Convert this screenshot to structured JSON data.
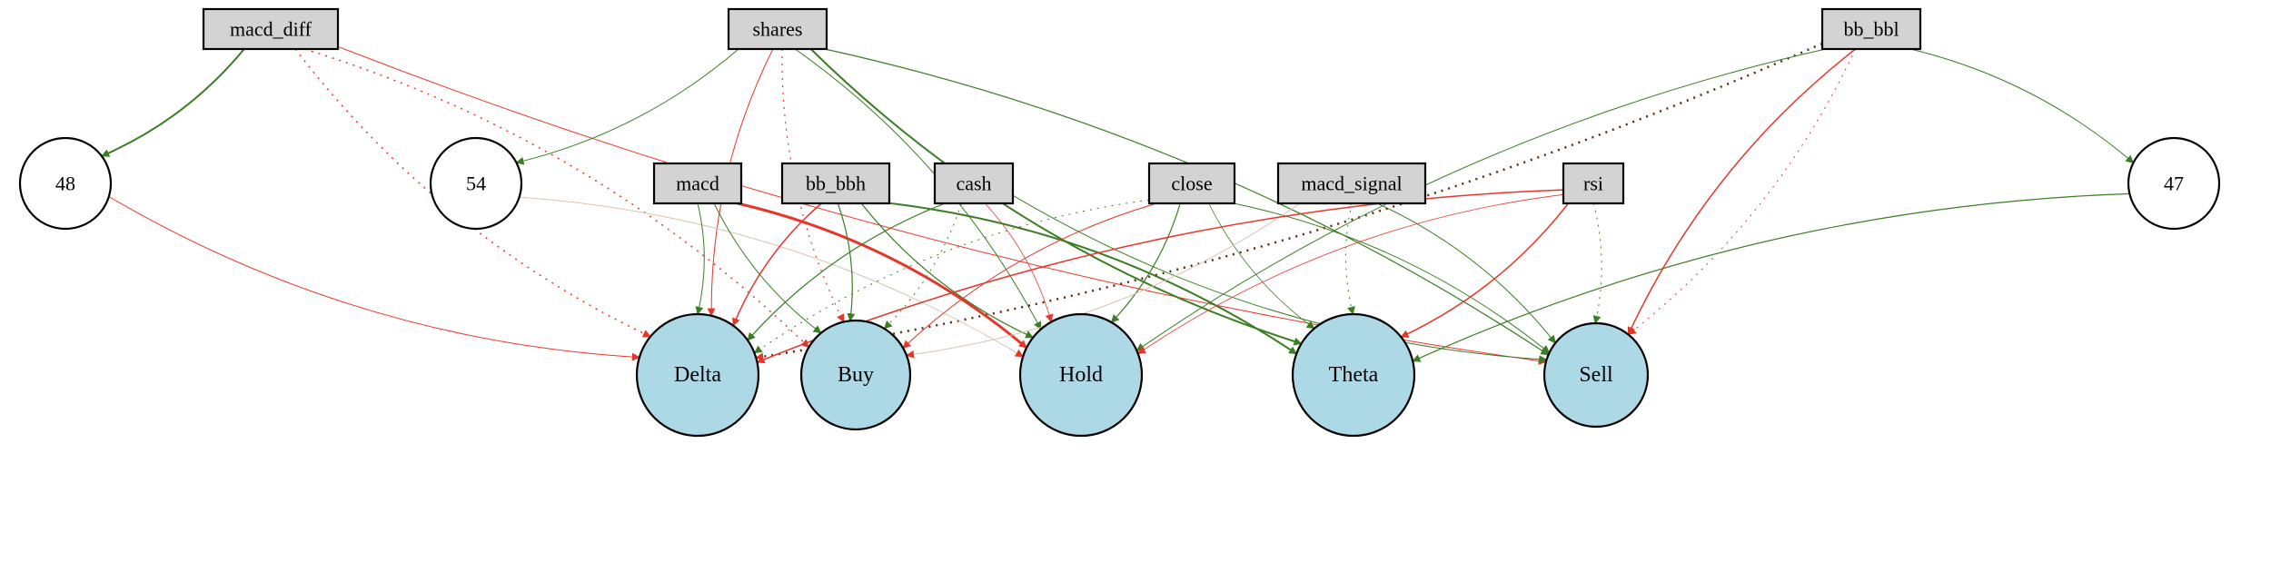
{
  "nodes": [
    {
      "id": "macd_diff",
      "label": "macd_diff",
      "kind": "input"
    },
    {
      "id": "shares",
      "label": "shares",
      "kind": "input"
    },
    {
      "id": "bb_bbl",
      "label": "bb_bbl",
      "kind": "input"
    },
    {
      "id": "macd",
      "label": "macd",
      "kind": "input"
    },
    {
      "id": "bb_bbh",
      "label": "bb_bbh",
      "kind": "input"
    },
    {
      "id": "cash",
      "label": "cash",
      "kind": "input"
    },
    {
      "id": "close",
      "label": "close",
      "kind": "input"
    },
    {
      "id": "macd_signal",
      "label": "macd_signal",
      "kind": "input"
    },
    {
      "id": "rsi",
      "label": "rsi",
      "kind": "input"
    },
    {
      "id": "n48",
      "label": "48",
      "kind": "hidden"
    },
    {
      "id": "n54",
      "label": "54",
      "kind": "hidden"
    },
    {
      "id": "n47",
      "label": "47",
      "kind": "hidden"
    },
    {
      "id": "Delta",
      "label": "Delta",
      "kind": "output"
    },
    {
      "id": "Buy",
      "label": "Buy",
      "kind": "output"
    },
    {
      "id": "Hold",
      "label": "Hold",
      "kind": "output"
    },
    {
      "id": "Theta",
      "label": "Theta",
      "kind": "output"
    },
    {
      "id": "Sell",
      "label": "Sell",
      "kind": "output"
    }
  ],
  "edges": [
    {
      "from": "macd_diff",
      "to": "n48",
      "color": "green",
      "style": "solid",
      "weight": 2
    },
    {
      "from": "macd_diff",
      "to": "Delta",
      "color": "red",
      "style": "dotted",
      "weight": 1.5
    },
    {
      "from": "macd_diff",
      "to": "Buy",
      "color": "red",
      "style": "dotted",
      "weight": 1.5
    },
    {
      "from": "macd_diff",
      "to": "Sell",
      "color": "red",
      "style": "solid",
      "weight": 1
    },
    {
      "from": "shares",
      "to": "n54",
      "color": "green",
      "style": "solid",
      "weight": 1
    },
    {
      "from": "shares",
      "to": "Delta",
      "color": "red",
      "style": "solid",
      "weight": 1
    },
    {
      "from": "shares",
      "to": "Hold",
      "color": "green",
      "style": "solid",
      "weight": 1
    },
    {
      "from": "shares",
      "to": "Theta",
      "color": "green",
      "style": "solid",
      "weight": 2
    },
    {
      "from": "shares",
      "to": "Sell",
      "color": "green",
      "style": "solid",
      "weight": 1.2
    },
    {
      "from": "shares",
      "to": "Buy",
      "color": "red",
      "style": "dotted",
      "weight": 1.2
    },
    {
      "from": "bb_bbl",
      "to": "n47",
      "color": "green",
      "style": "solid",
      "weight": 1
    },
    {
      "from": "bb_bbl",
      "to": "Sell",
      "color": "red",
      "style": "solid",
      "weight": 1.5
    },
    {
      "from": "bb_bbl",
      "to": "Delta",
      "color": "darkred",
      "style": "dotted",
      "weight": 2.5
    },
    {
      "from": "bb_bbl",
      "to": "Hold",
      "color": "green",
      "style": "solid",
      "weight": 1
    },
    {
      "from": "bb_bbl",
      "to": "Sell",
      "color": "red",
      "style": "dotted",
      "weight": 1
    },
    {
      "from": "n48",
      "to": "Delta",
      "color": "red",
      "style": "solid",
      "weight": 1
    },
    {
      "from": "n54",
      "to": "Hold",
      "color": "tan",
      "style": "solid",
      "weight": 1
    },
    {
      "from": "n47",
      "to": "Theta",
      "color": "green",
      "style": "solid",
      "weight": 1.2
    },
    {
      "from": "macd",
      "to": "Delta",
      "color": "green",
      "style": "solid",
      "weight": 1
    },
    {
      "from": "macd",
      "to": "Buy",
      "color": "green",
      "style": "solid",
      "weight": 1
    },
    {
      "from": "macd",
      "to": "Hold",
      "color": "red",
      "style": "solid",
      "weight": 3
    },
    {
      "from": "bb_bbh",
      "to": "Delta",
      "color": "red",
      "style": "solid",
      "weight": 1.5
    },
    {
      "from": "bb_bbh",
      "to": "Buy",
      "color": "green",
      "style": "solid",
      "weight": 1.2
    },
    {
      "from": "bb_bbh",
      "to": "Hold",
      "color": "green",
      "style": "solid",
      "weight": 1.2
    },
    {
      "from": "bb_bbh",
      "to": "Theta",
      "color": "green",
      "style": "solid",
      "weight": 2
    },
    {
      "from": "cash",
      "to": "Delta",
      "color": "green",
      "style": "solid",
      "weight": 1.2
    },
    {
      "from": "cash",
      "to": "Hold",
      "color": "red",
      "style": "solid",
      "weight": 0.8
    },
    {
      "from": "cash",
      "to": "Sell",
      "color": "green",
      "style": "solid",
      "weight": 1
    },
    {
      "from": "cash",
      "to": "Buy",
      "color": "green",
      "style": "dotted",
      "weight": 1
    },
    {
      "from": "close",
      "to": "Buy",
      "color": "red",
      "style": "solid",
      "weight": 1
    },
    {
      "from": "close",
      "to": "Hold",
      "color": "green",
      "style": "solid",
      "weight": 1.2
    },
    {
      "from": "close",
      "to": "Theta",
      "color": "green",
      "style": "solid",
      "weight": 0.8
    },
    {
      "from": "close",
      "to": "Sell",
      "color": "green",
      "style": "solid",
      "weight": 1
    },
    {
      "from": "close",
      "to": "Delta",
      "color": "green",
      "style": "dotted",
      "weight": 1
    },
    {
      "from": "macd_signal",
      "to": "Sell",
      "color": "green",
      "style": "solid",
      "weight": 1
    },
    {
      "from": "macd_signal",
      "to": "Theta",
      "color": "green",
      "style": "dotted",
      "weight": 1
    },
    {
      "from": "macd_signal",
      "to": "Buy",
      "color": "tan",
      "style": "solid",
      "weight": 1
    },
    {
      "from": "rsi",
      "to": "Delta",
      "color": "red",
      "style": "solid",
      "weight": 1.5
    },
    {
      "from": "rsi",
      "to": "Theta",
      "color": "red",
      "style": "solid",
      "weight": 1.5
    },
    {
      "from": "rsi",
      "to": "Hold",
      "color": "red",
      "style": "solid",
      "weight": 0.8
    },
    {
      "from": "rsi",
      "to": "Sell",
      "color": "green",
      "style": "dotted",
      "weight": 1
    }
  ],
  "colors": {
    "green": "#3a7d22",
    "red": "#e8352a",
    "darkred": "#5a2a0a",
    "tan": "#d8c4b0",
    "input_fill": "#d3d3d3",
    "output_fill": "#add8e6",
    "hidden_fill": "#ffffff"
  }
}
